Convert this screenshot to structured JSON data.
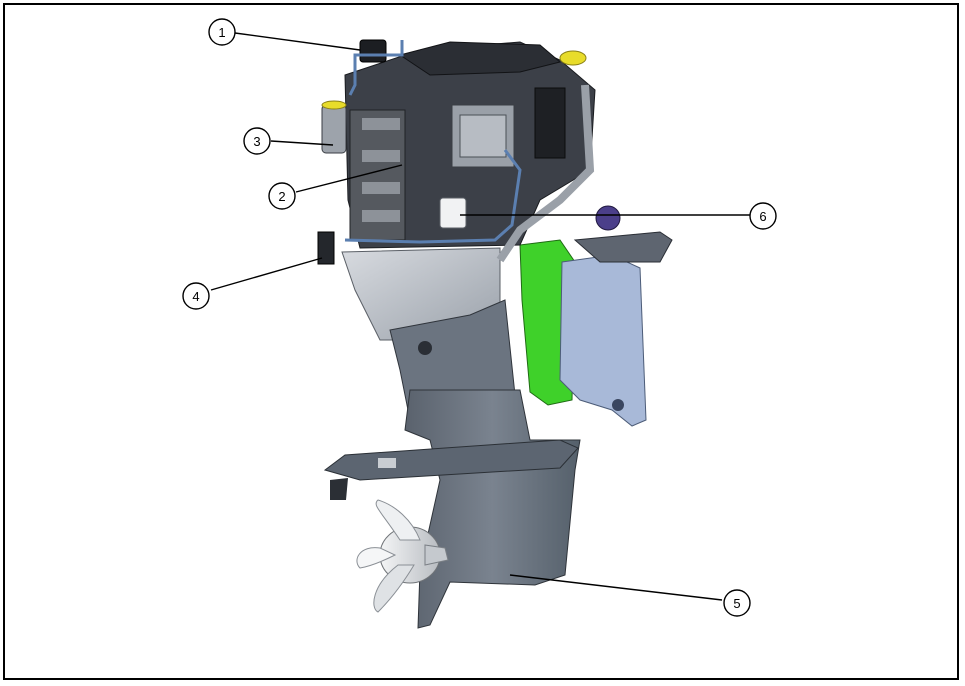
{
  "callouts": [
    {
      "id": 1,
      "label": "1"
    },
    {
      "id": 2,
      "label": "2"
    },
    {
      "id": 3,
      "label": "3"
    },
    {
      "id": 4,
      "label": "4"
    },
    {
      "id": 5,
      "label": "5"
    },
    {
      "id": 6,
      "label": "6"
    }
  ],
  "colors": {
    "frame": "#000000",
    "engine_dark": "#3c4048",
    "lower_unit": "#6d7682",
    "mount_green": "#3fd12a",
    "bracket_blue": "#a8b9d8",
    "fuel_line": "#5b7fb0",
    "cap_yellow": "#e8dc2a",
    "propeller": "#e4e6e8"
  },
  "icon_names": [
    "outboard-engine-illustration"
  ]
}
